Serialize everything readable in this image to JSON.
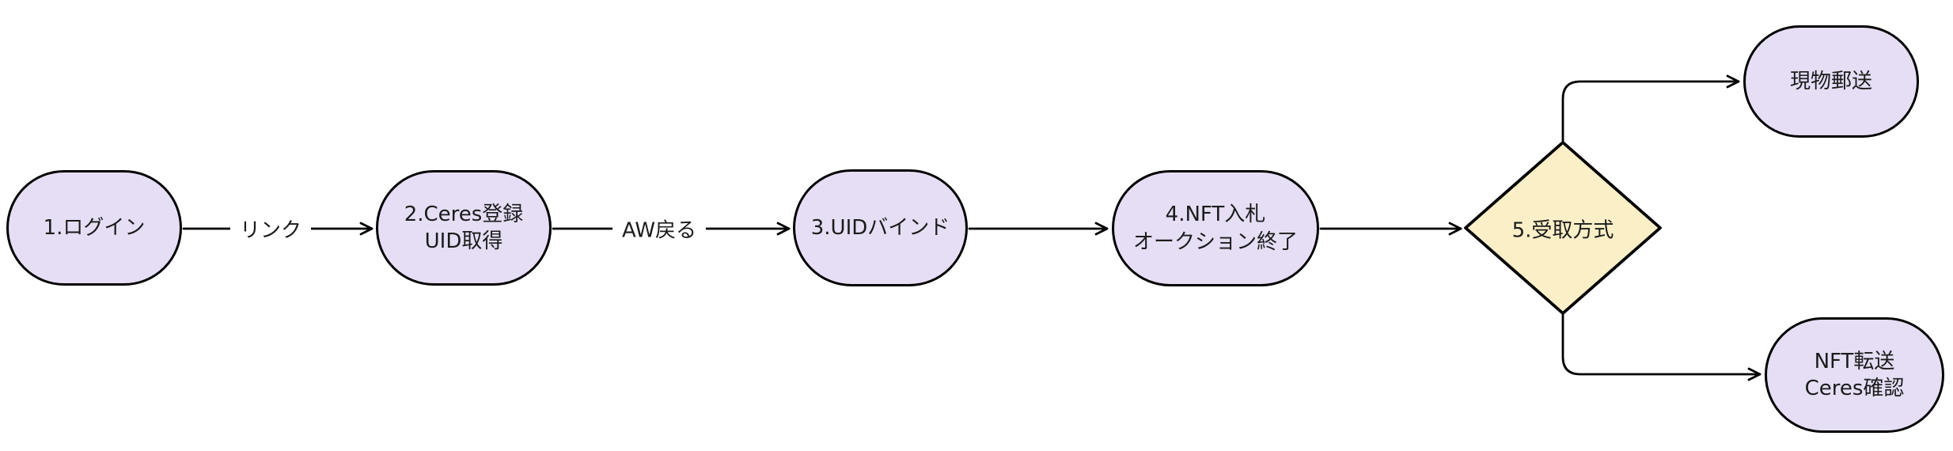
{
  "diagram": {
    "type": "flowchart",
    "direction": "left-to-right",
    "colors": {
      "canvas_bg": "#ffffff",
      "node_fill": "#e6def5",
      "node_stroke": "#000000",
      "decision_fill": "#fbefc8",
      "text": "#1b1b1b"
    },
    "nodes": [
      {
        "id": "login",
        "shape": "stadium",
        "lines": [
          "1.ログイン"
        ]
      },
      {
        "id": "ceres-register",
        "shape": "stadium",
        "lines": [
          "2.Ceres登録",
          "UID取得"
        ]
      },
      {
        "id": "uid-bind",
        "shape": "stadium",
        "lines": [
          "3.UIDバインド"
        ]
      },
      {
        "id": "nft-auction",
        "shape": "stadium",
        "lines": [
          "4.NFT入札",
          "オークション終了"
        ]
      },
      {
        "id": "receive-method",
        "shape": "diamond",
        "lines": [
          "5.受取方式"
        ]
      },
      {
        "id": "physical-mail",
        "shape": "stadium",
        "lines": [
          "現物郵送"
        ]
      },
      {
        "id": "nft-transfer",
        "shape": "stadium",
        "lines": [
          "NFT転送",
          "Ceres確認"
        ]
      }
    ],
    "edges": [
      {
        "from": "login",
        "to": "ceres-register",
        "label": "リンク"
      },
      {
        "from": "ceres-register",
        "to": "uid-bind",
        "label": "AW戻る"
      },
      {
        "from": "uid-bind",
        "to": "nft-auction",
        "label": ""
      },
      {
        "from": "nft-auction",
        "to": "receive-method",
        "label": ""
      },
      {
        "from": "receive-method",
        "to": "physical-mail",
        "label": ""
      },
      {
        "from": "receive-method",
        "to": "nft-transfer",
        "label": ""
      }
    ]
  }
}
